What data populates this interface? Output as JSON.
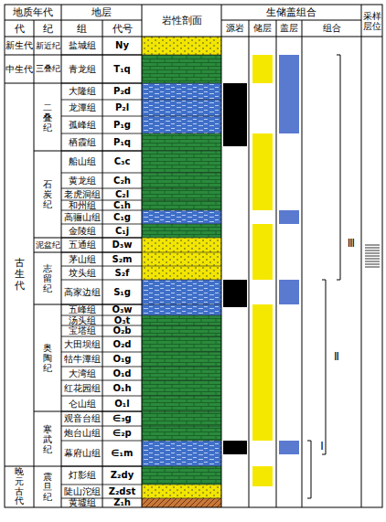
{
  "diagram": {
    "labels": [
      "地质年代",
      "地层",
      "岩性剖面",
      "生储盖组合",
      "采样层位",
      "代",
      "纪",
      "组",
      "代号",
      "源岩",
      "储层",
      "盖层",
      "组合",
      "新生代",
      "中生代",
      "古生代",
      "晚元古代",
      "新近纪",
      "三叠纪",
      "二叠纪",
      "石炭纪",
      "泥盆纪",
      "志留纪",
      "奥陶纪",
      "寒武纪",
      "震旦纪",
      "盐城组",
      "Ny",
      "青龙组",
      "T₁q",
      "大隆组",
      "P₂d",
      "龙潭组",
      "P₂l",
      "孤峰组",
      "P₁g",
      "栖霞组",
      "P₁q",
      "船山组",
      "C₃c",
      "黄龙组",
      "C₂h",
      "老虎洞组",
      "C₂l",
      "和州组",
      "C₁h",
      "高骊山组",
      "C₁g",
      "金陵组",
      "C₁j",
      "五通组",
      "D₃w",
      "茅山组",
      "S₂m",
      "坟头组",
      "S₂f",
      "高家边组",
      "S₁g",
      "五峰组",
      "O₃w",
      "汤头组",
      "O₃t",
      "宝塔组",
      "O₂b",
      "大田坝组",
      "O₂d",
      "牯牛潭组",
      "O₁g",
      "大湾组",
      "O₁d",
      "红花园组",
      "O₁h",
      "仑山组",
      "O₁l",
      "观音台组",
      "∈₃g",
      "炮台山组",
      "∈₂p",
      "幕府山组",
      "∈₁m",
      "灯影组",
      "Z₂dy",
      "陡山沱组",
      "Z₂dst",
      "黄墟组",
      "Z₁h",
      "Ⅲ",
      "Ⅱ",
      "Ⅰ"
    ]
  }
}
